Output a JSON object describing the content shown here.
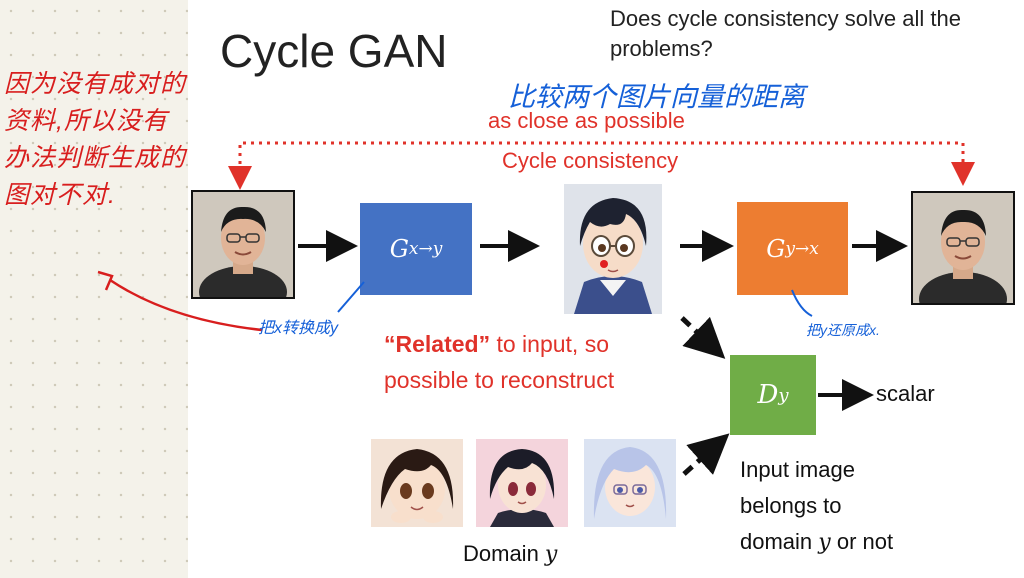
{
  "slide": {
    "title": "Cycle GAN",
    "question": "Does cycle consistency solve all the problems?",
    "close_label": "as close as possible",
    "cycle_label": "Cycle consistency",
    "generator_xy": "G",
    "generator_xy_sub": "x→y",
    "generator_yx": "G",
    "generator_yx_sub": "y→x",
    "discriminator": "D",
    "discriminator_sub": "y",
    "related_bold": "“Related”",
    "related_rest": " to input, so",
    "related_line2": "possible to reconstruct",
    "scalar_label": "scalar",
    "input_desc_1": "Input image",
    "input_desc_2": "belongs to",
    "input_desc_3a": "domain ",
    "input_desc_3b": "y",
    "input_desc_3c": " or not",
    "domain_label_a": "Domain ",
    "domain_label_b": "y"
  },
  "annotations": {
    "left_red_note": "因为没有成对的资料,所以没有办法判断生成的图对不对.",
    "top_blue_note": "比较两个图片向量的距离",
    "blue_note_generator": "把x转换成y",
    "blue_note_reconstruct": "把y还原成x."
  },
  "colors": {
    "blue_box": "#4472c4",
    "orange_box": "#ed7d31",
    "green_box": "#70ad47",
    "red_text": "#e0322a",
    "handwriting_red": "#d81e1e",
    "handwriting_blue": "#1560d8"
  }
}
